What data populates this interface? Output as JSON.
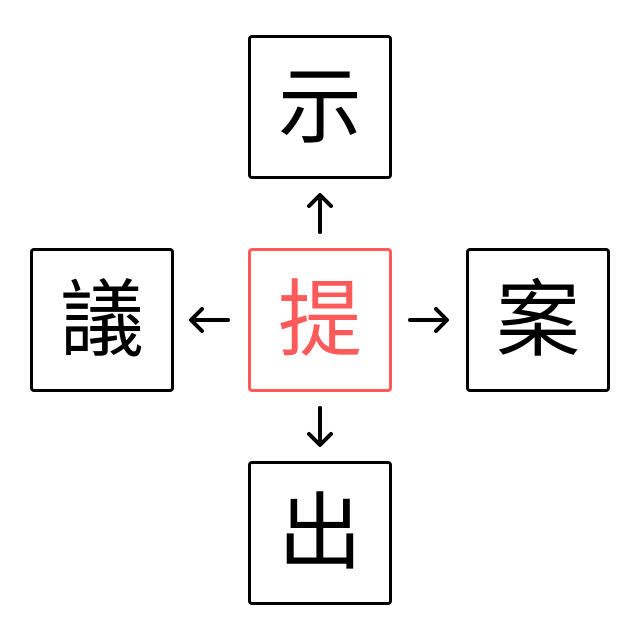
{
  "center": {
    "char": "提",
    "color": "#ff5a5a"
  },
  "top": {
    "char": "示"
  },
  "left": {
    "char": "議"
  },
  "right": {
    "char": "案"
  },
  "bottom": {
    "char": "出"
  },
  "arrow_color": "#000000"
}
